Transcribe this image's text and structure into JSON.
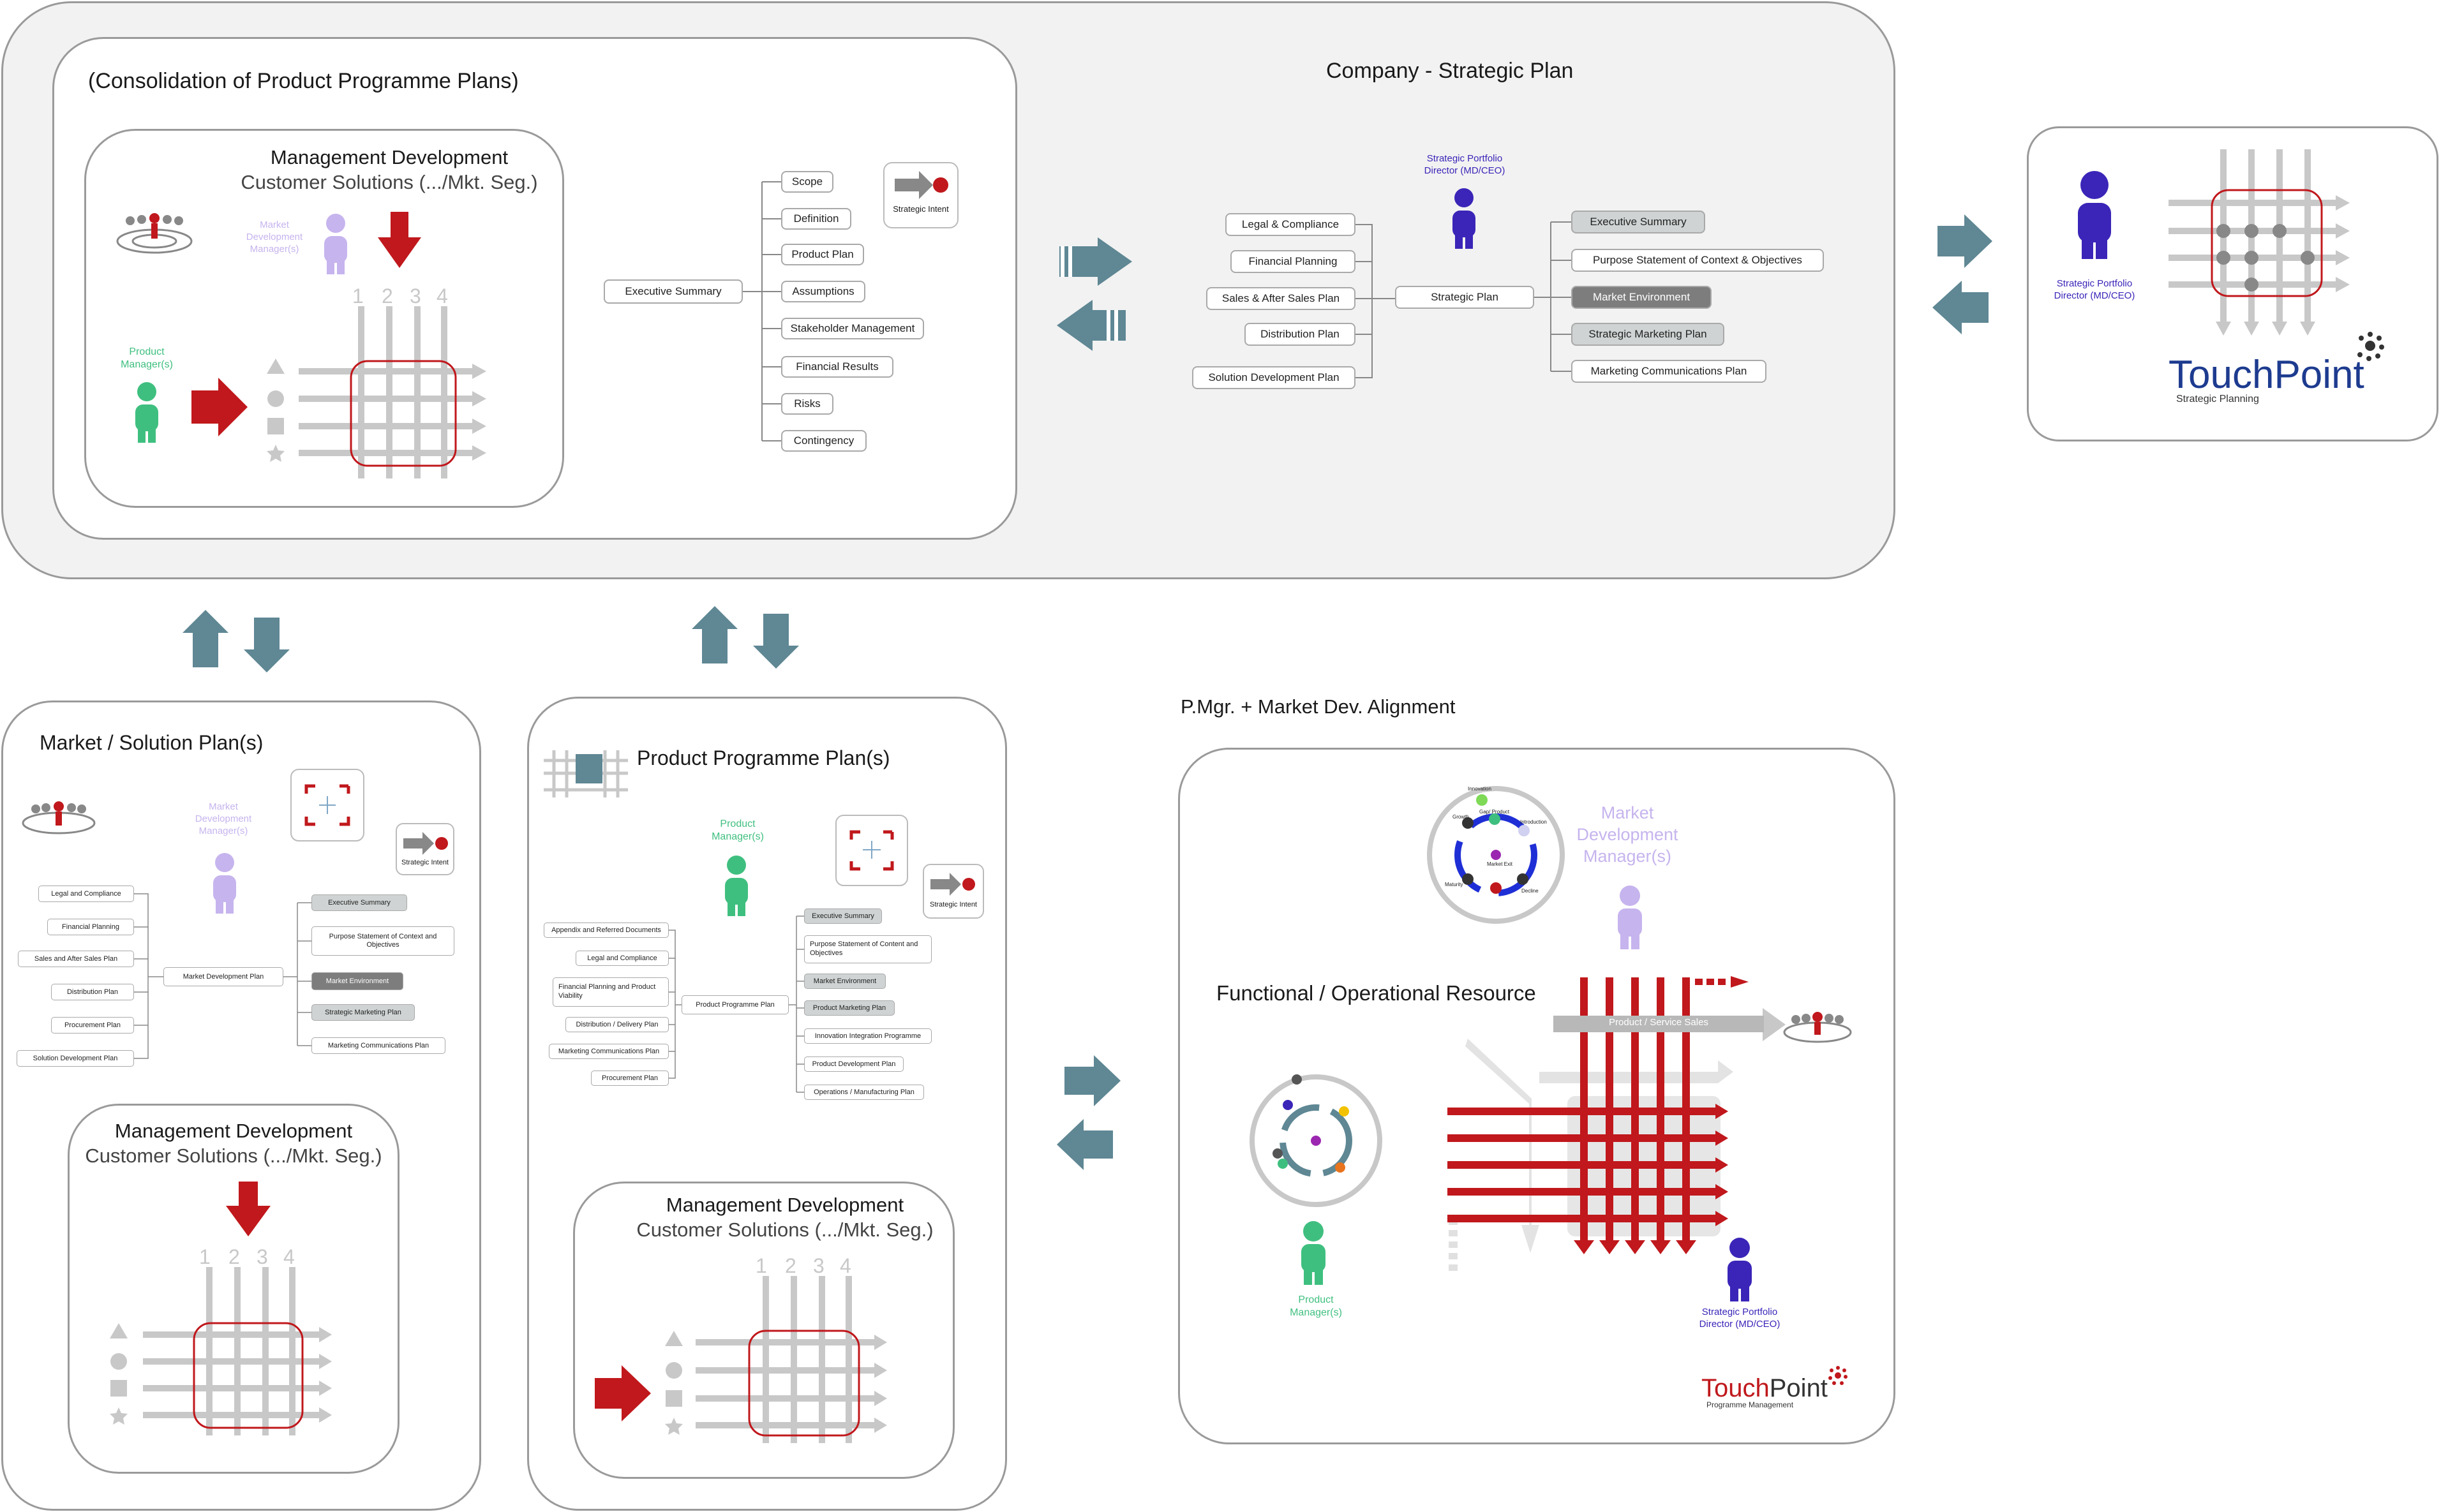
{
  "colors": {
    "red": "#c0181c",
    "teal": "#5f8794",
    "green": "#3fbf7f",
    "indigo": "#3a25b8",
    "lavender": "#c6b4ee",
    "grey": "#c8c8c8"
  },
  "top_panel": {
    "consolidation_title": "(Consolidation of Product Programme Plans)",
    "company_title": "Company - Strategic Plan",
    "mgmt_dev_line1": "Management Development",
    "mgmt_dev_line2": "Customer Solutions (.../Mkt. Seg.)",
    "market_dev_manager": [
      "Market",
      "Development",
      "Manager(s)"
    ],
    "product_manager": [
      "Product",
      "Manager(s)"
    ],
    "grid_numbers": [
      "1",
      "2",
      "3",
      "4"
    ],
    "strategic_intent": "Strategic Intent",
    "exec_summary_root": "Executive Summary",
    "exec_children": [
      "Scope",
      "Definition",
      "Product Plan",
      "Assumptions",
      "Stakeholder Management",
      "Financial Results",
      "Risks",
      "Contingency"
    ],
    "spd_label": [
      "Strategic Portfolio",
      "Director (MD/CEO)"
    ],
    "strategic_plan_root": "Strategic Plan",
    "strategic_left": [
      "Legal & Compliance",
      "Financial Planning",
      "Sales & After Sales Plan",
      "Distribution Plan",
      "Solution Development Plan"
    ],
    "strategic_right": [
      "Executive Summary",
      "Purpose Statement of Context & Objectives",
      "Market Environment",
      "Strategic Marketing Plan",
      "Marketing Communications Plan"
    ]
  },
  "touchpoint_strategic": {
    "spd_label": [
      "Strategic Portfolio",
      "Director (MD/CEO)"
    ],
    "logo_touch": "Touch",
    "logo_point": "Point",
    "logo_sub": "Strategic Planning"
  },
  "market_solution": {
    "title": "Market / Solution Plan(s)",
    "market_dev_manager": [
      "Market",
      "Development",
      "Manager(s)"
    ],
    "strategic_intent": "Strategic Intent",
    "root": "Market Development Plan",
    "left": [
      "Legal and Compliance",
      "Financial Planning",
      "Sales and After Sales Plan",
      "Distribution Plan",
      "Procurement Plan",
      "Solution Development Plan"
    ],
    "right": [
      "Executive Summary",
      "Purpose Statement of Context and Objectives",
      "Market Environment",
      "Strategic Marketing Plan",
      "Marketing Communications Plan"
    ],
    "mgmt_dev_line1": "Management Development",
    "mgmt_dev_line2": "Customer Solutions (.../Mkt. Seg.)",
    "grid_numbers": [
      "1",
      "2",
      "3",
      "4"
    ]
  },
  "product_programme": {
    "title": "Product Programme Plan(s)",
    "product_manager": [
      "Product",
      "Manager(s)"
    ],
    "strategic_intent": "Strategic Intent",
    "root": "Product Programme Plan",
    "left": [
      "Appendix and Referred Documents",
      "Legal and Compliance",
      "Financial Planning and Product Viability",
      "Distribution / Delivery Plan",
      "Marketing Communications Plan",
      "Procurement Plan"
    ],
    "right": [
      "Executive Summary",
      "Purpose Statement of Content and Objectives",
      "Market Environment",
      "Product Marketing Plan",
      "Innovation Integration Programme",
      "Product Development Plan",
      "Operations / Manufacturing Plan"
    ],
    "mgmt_dev_line1": "Management Development",
    "mgmt_dev_line2": "Customer Solutions (.../Mkt. Seg.)",
    "grid_numbers": [
      "1",
      "2",
      "3",
      "4"
    ]
  },
  "alignment": {
    "heading": "P.Mgr. + Market Dev. Alignment",
    "market_dev_manager": [
      "Market",
      "Development",
      "Manager(s)"
    ],
    "functional_title": "Functional / Operational Resource",
    "product_service_sales": "Product / Service Sales",
    "product_manager": [
      "Product",
      "Manager(s)"
    ],
    "spd_label": [
      "Strategic Portfolio",
      "Director (MD/CEO)"
    ],
    "cycle_top": [
      "Innovation",
      "Gap/ Product",
      "Introduction",
      "Growth",
      "Maturity",
      "Decline",
      "Market Exit"
    ],
    "logo_touch": "Touch",
    "logo_point": "Point",
    "logo_sub": "Programme Management"
  }
}
